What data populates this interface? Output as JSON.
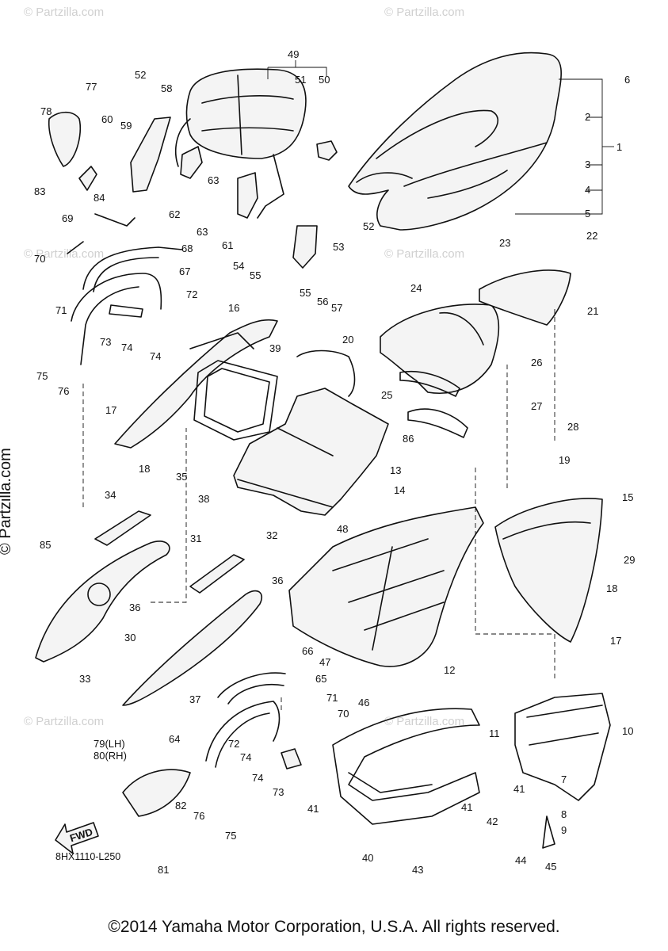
{
  "diagram_code": "8HX1110-L250",
  "copyright": "©2014 Yamaha Motor Corporation, U.S.A. All rights reserved.",
  "side_watermark": "© Partzilla.com",
  "watermark": "© Partzilla.com",
  "fwd_label": "FWD",
  "callouts": [
    {
      "id": "c1",
      "label": "1"
    },
    {
      "id": "c2",
      "label": "2"
    },
    {
      "id": "c3",
      "label": "3"
    },
    {
      "id": "c4",
      "label": "4"
    },
    {
      "id": "c5",
      "label": "5"
    },
    {
      "id": "c6",
      "label": "6"
    },
    {
      "id": "c7",
      "label": "7"
    },
    {
      "id": "c8",
      "label": "8"
    },
    {
      "id": "c9",
      "label": "9"
    },
    {
      "id": "c10",
      "label": "10"
    },
    {
      "id": "c11",
      "label": "11"
    },
    {
      "id": "c12",
      "label": "12"
    },
    {
      "id": "c13",
      "label": "13"
    },
    {
      "id": "c14",
      "label": "14"
    },
    {
      "id": "c15",
      "label": "15"
    },
    {
      "id": "c16",
      "label": "16"
    },
    {
      "id": "c17a",
      "label": "17"
    },
    {
      "id": "c17b",
      "label": "17"
    },
    {
      "id": "c18a",
      "label": "18"
    },
    {
      "id": "c18b",
      "label": "18"
    },
    {
      "id": "c19",
      "label": "19"
    },
    {
      "id": "c20",
      "label": "20"
    },
    {
      "id": "c21",
      "label": "21"
    },
    {
      "id": "c22",
      "label": "22"
    },
    {
      "id": "c23",
      "label": "23"
    },
    {
      "id": "c24",
      "label": "24"
    },
    {
      "id": "c25",
      "label": "25"
    },
    {
      "id": "c26",
      "label": "26"
    },
    {
      "id": "c27",
      "label": "27"
    },
    {
      "id": "c28",
      "label": "28"
    },
    {
      "id": "c29",
      "label": "29"
    },
    {
      "id": "c30",
      "label": "30"
    },
    {
      "id": "c31",
      "label": "31"
    },
    {
      "id": "c32",
      "label": "32"
    },
    {
      "id": "c33",
      "label": "33"
    },
    {
      "id": "c34",
      "label": "34"
    },
    {
      "id": "c35",
      "label": "35"
    },
    {
      "id": "c36a",
      "label": "36"
    },
    {
      "id": "c36b",
      "label": "36"
    },
    {
      "id": "c37",
      "label": "37"
    },
    {
      "id": "c38",
      "label": "38"
    },
    {
      "id": "c39",
      "label": "39"
    },
    {
      "id": "c40",
      "label": "40"
    },
    {
      "id": "c41a",
      "label": "41"
    },
    {
      "id": "c41b",
      "label": "41"
    },
    {
      "id": "c41c",
      "label": "41"
    },
    {
      "id": "c42",
      "label": "42"
    },
    {
      "id": "c43",
      "label": "43"
    },
    {
      "id": "c44",
      "label": "44"
    },
    {
      "id": "c45",
      "label": "45"
    },
    {
      "id": "c46",
      "label": "46"
    },
    {
      "id": "c47",
      "label": "47"
    },
    {
      "id": "c48",
      "label": "48"
    },
    {
      "id": "c49",
      "label": "49"
    },
    {
      "id": "c50",
      "label": "50"
    },
    {
      "id": "c51",
      "label": "51"
    },
    {
      "id": "c52a",
      "label": "52"
    },
    {
      "id": "c52b",
      "label": "52"
    },
    {
      "id": "c53",
      "label": "53"
    },
    {
      "id": "c54",
      "label": "54"
    },
    {
      "id": "c55a",
      "label": "55"
    },
    {
      "id": "c55b",
      "label": "55"
    },
    {
      "id": "c56",
      "label": "56"
    },
    {
      "id": "c57",
      "label": "57"
    },
    {
      "id": "c58",
      "label": "58"
    },
    {
      "id": "c59",
      "label": "59"
    },
    {
      "id": "c60",
      "label": "60"
    },
    {
      "id": "c61",
      "label": "61"
    },
    {
      "id": "c62",
      "label": "62"
    },
    {
      "id": "c63a",
      "label": "63"
    },
    {
      "id": "c63b",
      "label": "63"
    },
    {
      "id": "c64",
      "label": "64"
    },
    {
      "id": "c65",
      "label": "65"
    },
    {
      "id": "c66",
      "label": "66"
    },
    {
      "id": "c67",
      "label": "67"
    },
    {
      "id": "c68",
      "label": "68"
    },
    {
      "id": "c69",
      "label": "69"
    },
    {
      "id": "c70a",
      "label": "70"
    },
    {
      "id": "c70b",
      "label": "70"
    },
    {
      "id": "c71a",
      "label": "71"
    },
    {
      "id": "c71b",
      "label": "71"
    },
    {
      "id": "c72a",
      "label": "72"
    },
    {
      "id": "c72b",
      "label": "72"
    },
    {
      "id": "c73a",
      "label": "73"
    },
    {
      "id": "c73b",
      "label": "73"
    },
    {
      "id": "c74a",
      "label": "74"
    },
    {
      "id": "c74b",
      "label": "74"
    },
    {
      "id": "c74c",
      "label": "74"
    },
    {
      "id": "c74d",
      "label": "74"
    },
    {
      "id": "c75a",
      "label": "75"
    },
    {
      "id": "c75b",
      "label": "75"
    },
    {
      "id": "c76a",
      "label": "76"
    },
    {
      "id": "c76b",
      "label": "76"
    },
    {
      "id": "c77",
      "label": "77"
    },
    {
      "id": "c78",
      "label": "78"
    },
    {
      "id": "c79",
      "label": "79(LH)"
    },
    {
      "id": "c80",
      "label": "80(RH)"
    },
    {
      "id": "c81",
      "label": "81"
    },
    {
      "id": "c82",
      "label": "82"
    },
    {
      "id": "c83",
      "label": "83"
    },
    {
      "id": "c84",
      "label": "84"
    },
    {
      "id": "c85",
      "label": "85"
    },
    {
      "id": "c86",
      "label": "86"
    }
  ]
}
